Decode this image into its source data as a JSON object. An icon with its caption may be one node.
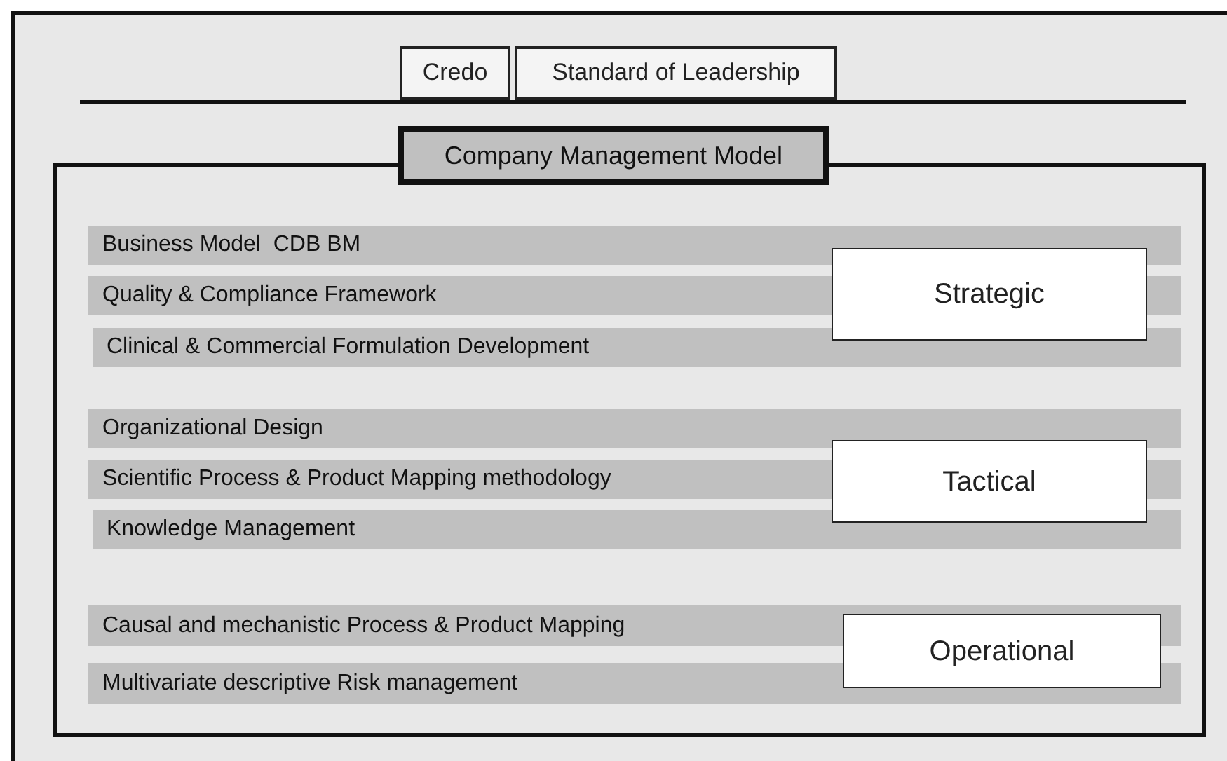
{
  "diagram": {
    "nodes": [
      {
        "text": [
          "Credo"
        ]
      },
      {
        "text": [
          "Standard of Leadership"
        ]
      },
      {
        "text": [
          "Company Management Model"
        ]
      },
      {
        "text": [
          "Business Model  CDB BM"
        ],
        "in": 2
      },
      {
        "text": [
          "Quality & Compliance Framework"
        ],
        "in": 2
      },
      {
        "text": [
          "Clinical & Commercial Formulation Development"
        ],
        "in": 2
      },
      {
        "text": [
          "Strategic"
        ],
        "in": 2
      },
      {
        "text": [
          "Organizational Design"
        ],
        "in": 2
      },
      {
        "text": [
          "Scientific Process & Product Mapping methodology"
        ],
        "in": 2
      },
      {
        "text": [
          "Knowledge Management"
        ],
        "in": 2
      },
      {
        "text": [
          "Tactical"
        ],
        "in": 2
      },
      {
        "text": [
          "Causal and mechanistic Process & Product Mapping"
        ],
        "in": 2
      },
      {
        "text": [
          "Multivariate descriptive Risk management"
        ],
        "in": 2
      },
      {
        "text": [
          "Operational"
        ],
        "in": 2
      }
    ]
  }
}
